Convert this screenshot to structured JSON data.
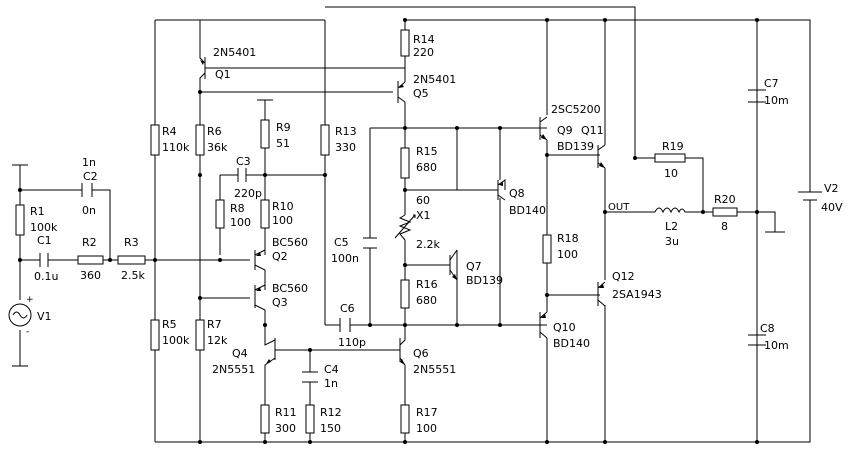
{
  "circuit": {
    "labels": {
      "Q1_type": "2N5401",
      "Q1_ref": "Q1",
      "R14_ref": "R14",
      "R14_val": "220",
      "Q5_type": "2N5401",
      "Q5_ref": "Q5",
      "Q9_type": "2SC5200",
      "Q9_ref": "Q9",
      "Q11_ref": "Q11",
      "Q11_type": "BD139",
      "R4_ref": "R4",
      "R4_val": "110k",
      "R6_ref": "R6",
      "R6_val": "36k",
      "R9_ref": "R9",
      "R9_val": "51",
      "R13_ref": "R13",
      "R13_val": "330",
      "R15_ref": "R15",
      "R15_val": "680",
      "C3_ref": "C3",
      "C3_val": "220p",
      "R8_ref": "R8",
      "R8_val": "100",
      "R10_ref": "R10",
      "R10_val": "100",
      "X1_val": "60",
      "X1_ref": "X1",
      "X1_res": "2.2k",
      "Q8_ref": "Q8",
      "Q8_type": "BD140",
      "C2_val1": "1n",
      "C2_ref": "C2",
      "C2_val2": "0n",
      "R1_ref": "R1",
      "R1_val": "100k",
      "C1_ref": "C1",
      "C1_val": "0.1u",
      "R2_ref": "R2",
      "R2_val": "360",
      "R3_ref": "R3",
      "R3_val": "2.5k",
      "Q2_type": "BC560",
      "Q2_ref": "Q2",
      "Q3_type": "BC560",
      "Q3_ref": "Q3",
      "C5_ref": "C5",
      "C5_val": "100n",
      "Q7_ref": "Q7",
      "Q7_type": "BD139",
      "R16_ref": "R16",
      "R16_val": "680",
      "R18_ref": "R18",
      "R18_val": "100",
      "R5_ref": "R5",
      "R5_val": "100k",
      "R7_ref": "R7",
      "R7_val": "12k",
      "C6_ref": "C6",
      "C6_val": "110p",
      "Q4_ref": "Q4",
      "Q4_type": "2N5551",
      "Q6_ref": "Q6",
      "Q6_type": "2N5551",
      "C4_ref": "C4",
      "C4_val": "1n",
      "Q10_ref": "Q10",
      "Q10_type": "BD140",
      "Q12_ref": "Q12",
      "Q12_type": "2SA1943",
      "R11_ref": "R11",
      "R11_val": "300",
      "R12_ref": "R12",
      "R12_val": "150",
      "R17_ref": "R17",
      "R17_val": "100",
      "R19_ref": "R19",
      "R19_val": "10",
      "OUT": "OUT",
      "L2_ref": "L2",
      "L2_val": "3u",
      "R20_ref": "R20",
      "R20_val": "8",
      "C7_ref": "C7",
      "C7_val": "10m",
      "C8_ref": "C8",
      "C8_val": "10m",
      "V1_ref": "V1",
      "V1_plus": "+",
      "V1_minus": "-",
      "V2_ref": "V2",
      "V2_val": "40V"
    }
  }
}
